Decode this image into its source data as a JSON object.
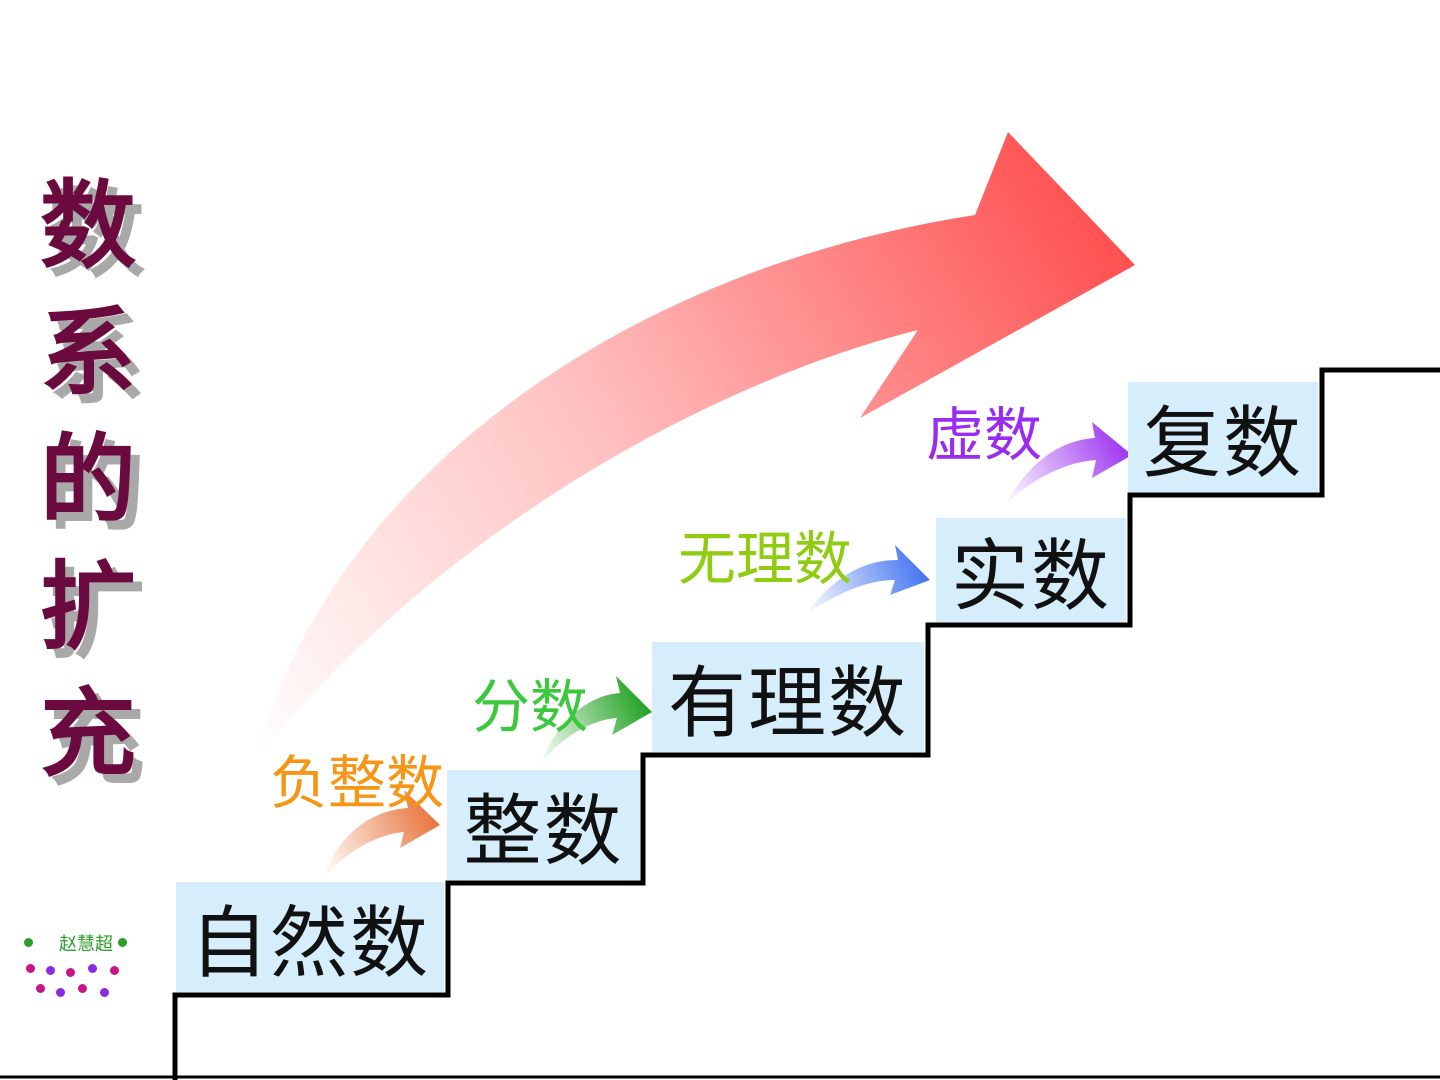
{
  "title": "数系的扩充",
  "title_chars": [
    "数",
    "系",
    "的",
    "扩",
    "充"
  ],
  "steps": {
    "natural": "自然数",
    "integer": "整数",
    "rational": "有理数",
    "real": "实数",
    "complex": "复数"
  },
  "extensions": {
    "negative_integer": "负整数",
    "fraction": "分数",
    "irrational": "无理数",
    "imaginary": "虚数"
  },
  "logo_text": "赵慧超",
  "colors": {
    "title": "#6b0a3f",
    "title_shadow": "#a9a9a9",
    "box_fill": "#d6eefb",
    "stair_line": "#000000",
    "big_arrow": "#ff4c4c",
    "negative_integer": "#f79514",
    "fraction": "#3cc83c",
    "irrational": "#8fcc12",
    "imaginary": "#9a2cf0",
    "arrow_orange": "#e8743c",
    "arrow_green": "#1fa01f",
    "arrow_blue": "#3a6df0",
    "arrow_purple": "#9a2cf0"
  }
}
